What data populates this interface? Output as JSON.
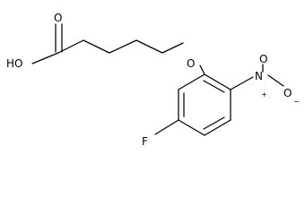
{
  "atoms": {
    "hydroxyl": "HO",
    "carbonyl_oxygen": "O",
    "ether_oxygen": "O",
    "nitro_nitrogen": "N",
    "nitro_plus": "+",
    "nitro_oxygen_top": "O",
    "nitro_oxygen_right": "O",
    "nitro_minus": "−",
    "fluorine": "F"
  },
  "colors": {
    "bond": "#000000",
    "background": "#ffffff"
  }
}
